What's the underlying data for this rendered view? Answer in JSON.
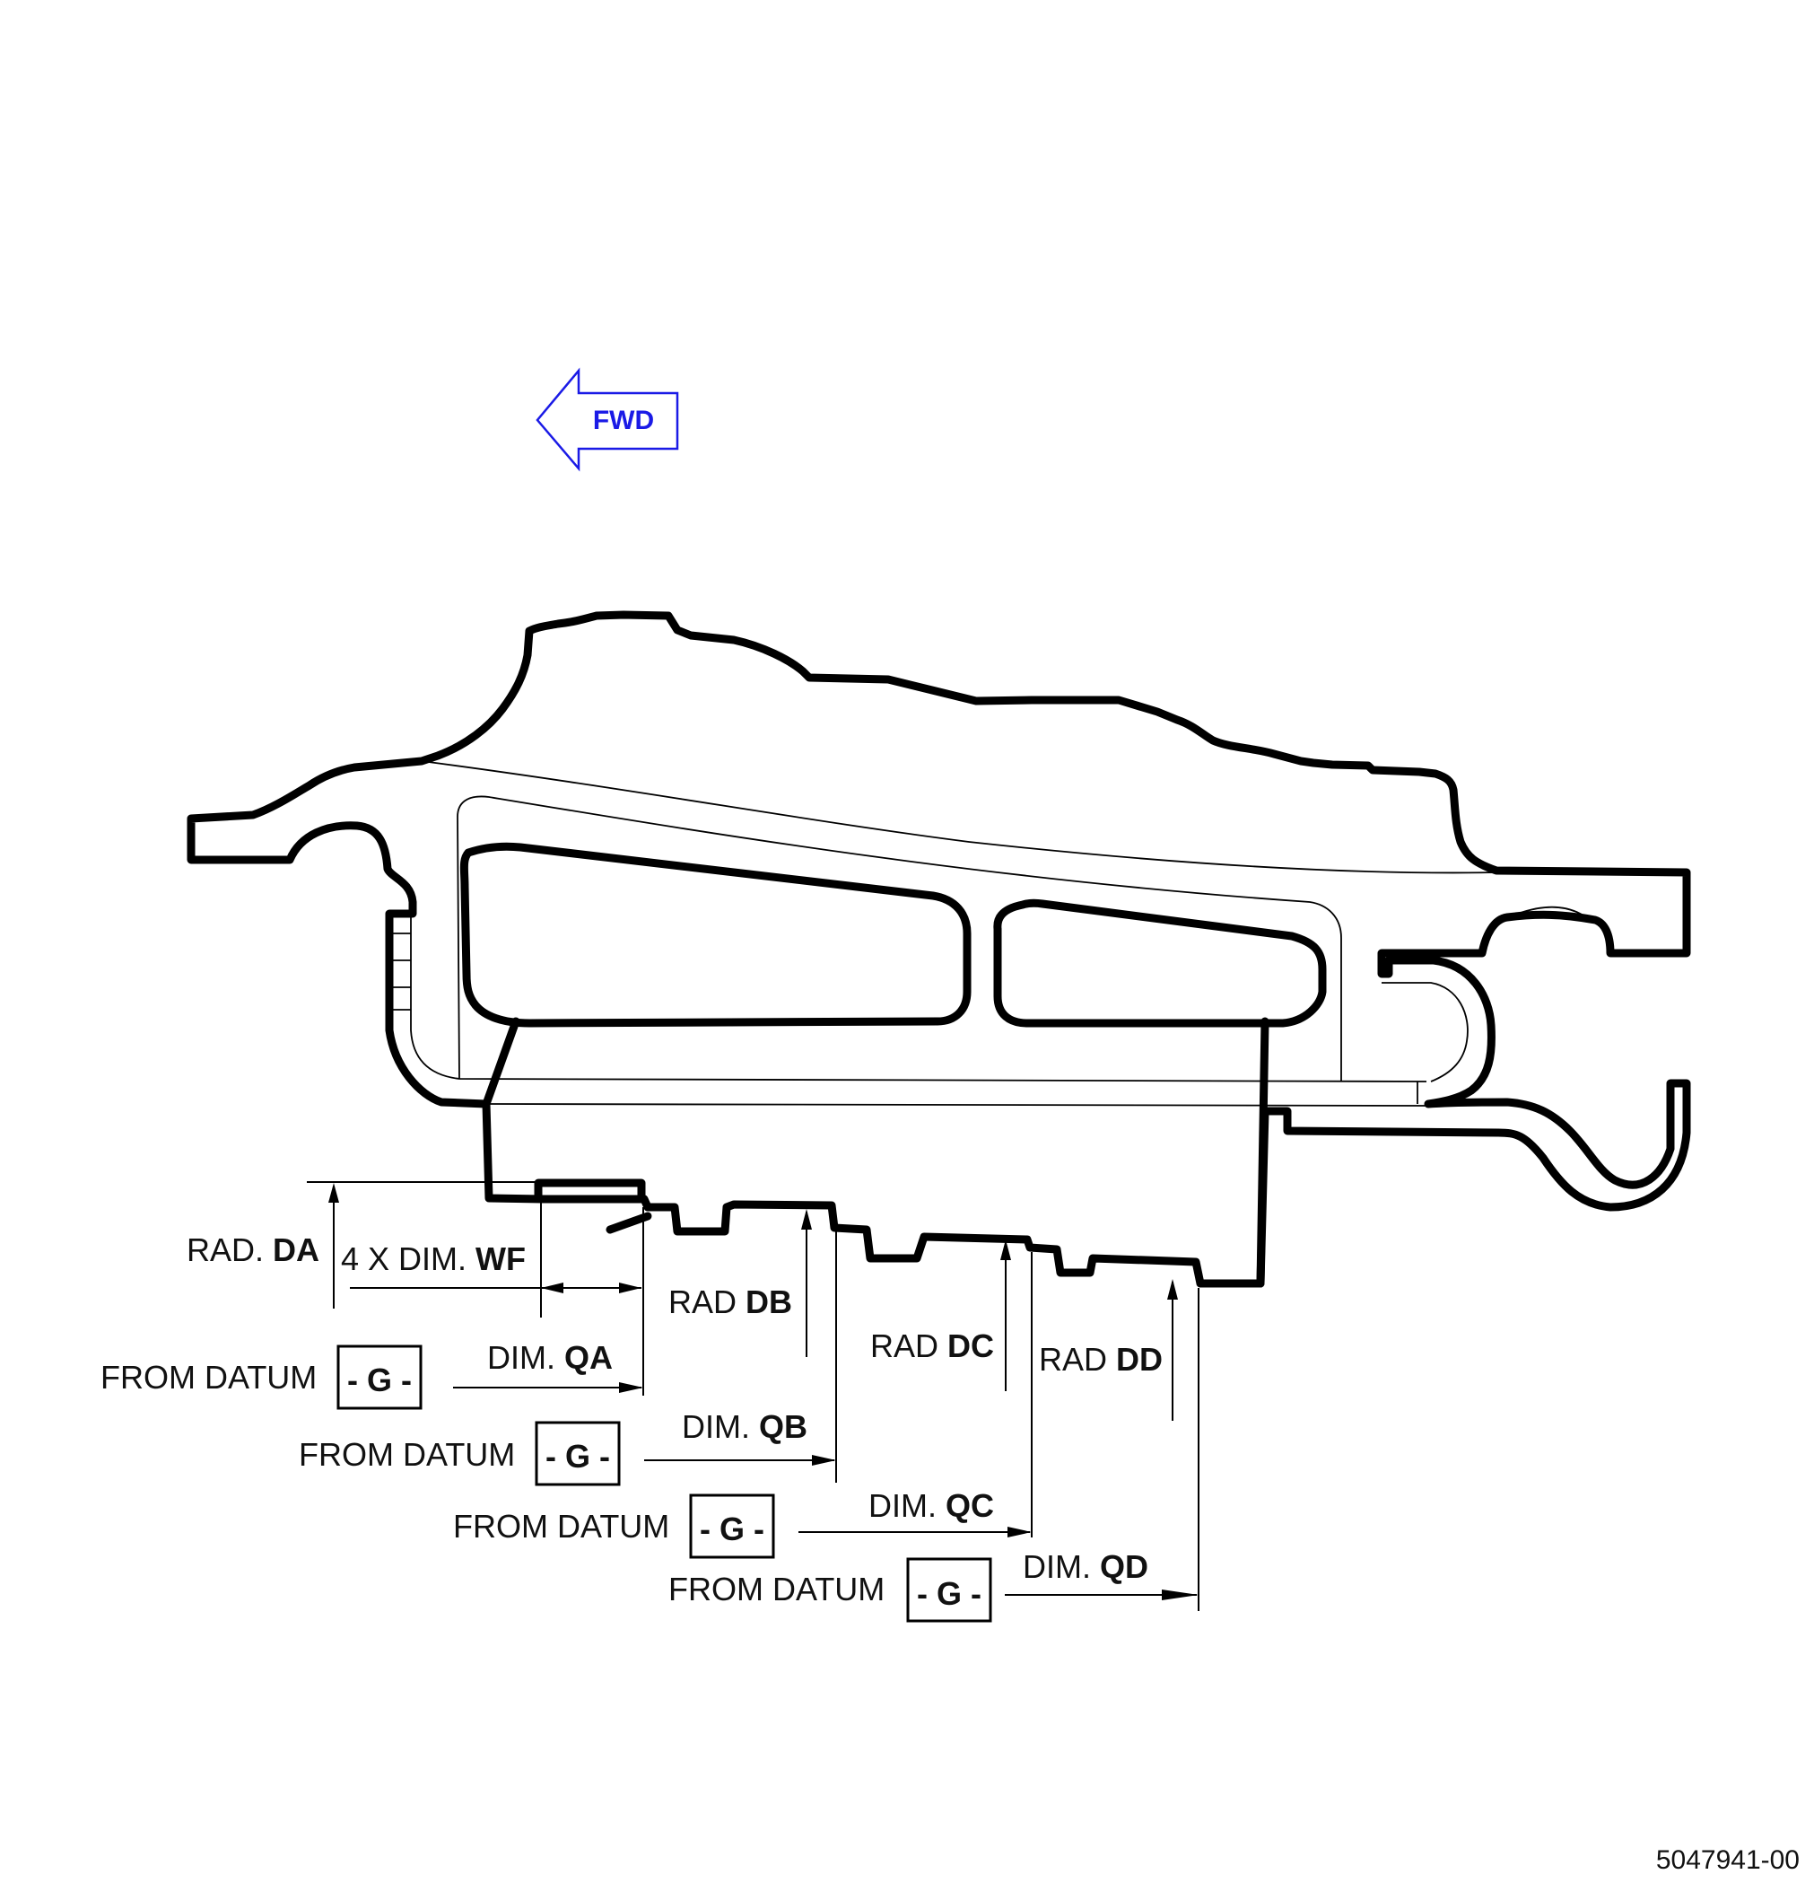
{
  "direction_indicator": {
    "label": "FWD",
    "color": "#1a1ae6"
  },
  "annotations": {
    "rad_da": {
      "prefix": "RAD. ",
      "code": "DA"
    },
    "wf": {
      "prefix": "4 X DIM. ",
      "code": "WF"
    },
    "rad_db": {
      "prefix": "RAD ",
      "code": "DB"
    },
    "rad_dc": {
      "prefix": "RAD ",
      "code": "DC"
    },
    "rad_dd": {
      "prefix": "RAD ",
      "code": "DD"
    },
    "dim_qa": {
      "prefix": "DIM. ",
      "code": "QA"
    },
    "dim_qb": {
      "prefix": "DIM. ",
      "code": "QB"
    },
    "dim_qc": {
      "prefix": "DIM. ",
      "code": "QC"
    },
    "dim_qd": {
      "prefix": "DIM. ",
      "code": "QD"
    }
  },
  "datum": {
    "from_label": "FROM DATUM",
    "symbol": "- G -"
  },
  "document_id": "5047941-00"
}
